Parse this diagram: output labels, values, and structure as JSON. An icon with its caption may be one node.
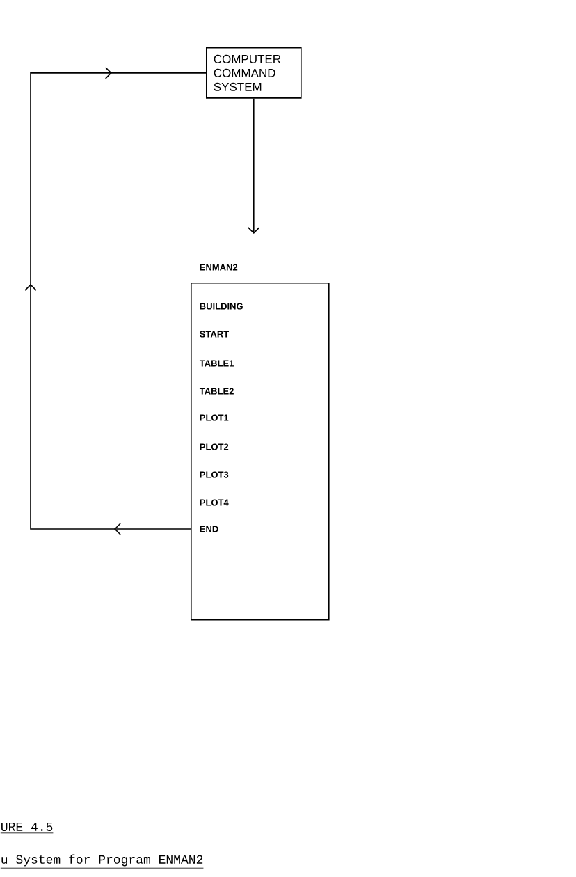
{
  "diagram": {
    "nodes": [
      {
        "text": [
          "COMPUTER COMMAND SYSTEM"
        ]
      },
      {
        "text": [
          "ENMAN2",
          "BUILDING",
          "START",
          "TABLE1",
          "TABLE2",
          "PLOT1",
          "PLOT2",
          "PLOT3",
          "PLOT4"
        ]
      },
      {
        "text": [
          "END"
        ],
        "in": 1
      }
    ],
    "edges": [
      {
        "from": 0,
        "to": 1,
        "arrow": "to"
      },
      {
        "from": 2,
        "to": 0,
        "arrow": "to"
      }
    ],
    "labels": [
      "URE 4.5",
      "u System for Program ENMAN2"
    ]
  }
}
